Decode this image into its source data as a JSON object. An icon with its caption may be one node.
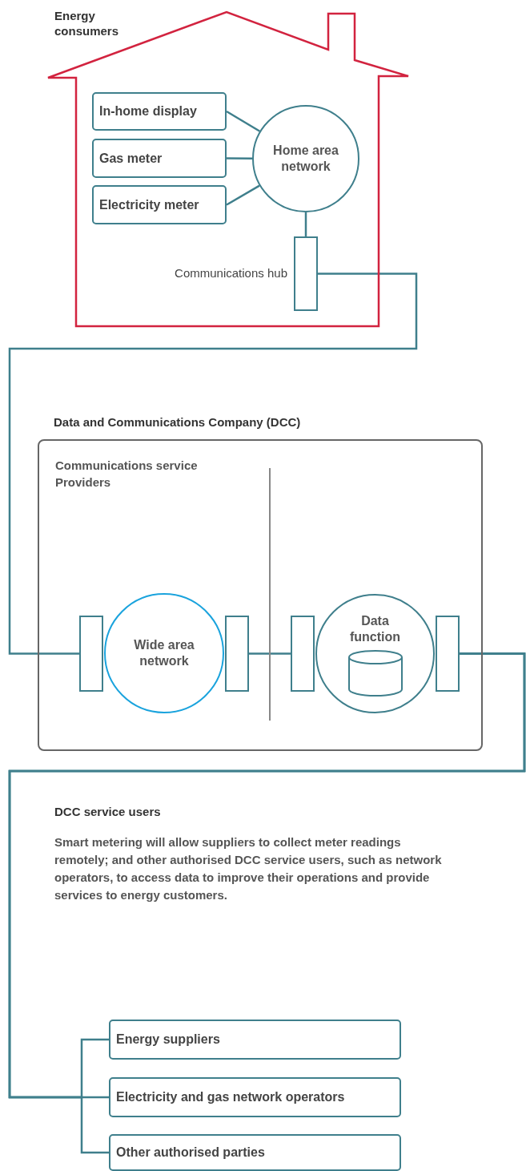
{
  "diagram": {
    "nodes": [
      {
        "text": [
          "Energy consumers"
        ]
      },
      {
        "text": [
          "In-home display"
        ],
        "in": 0
      },
      {
        "text": [
          "Gas meter"
        ],
        "in": 0
      },
      {
        "text": [
          "Electricity meter"
        ],
        "in": 0
      },
      {
        "text": [
          "Home area network"
        ],
        "in": 0
      },
      {
        "text": [],
        "shape": "box",
        "in": 0,
        "beside": [
          "Communications hub"
        ]
      },
      {
        "text": [
          "Data and Communications Company (DCC)",
          "Communications service Providers"
        ]
      },
      {
        "text": [],
        "shape": "box",
        "in": 6
      },
      {
        "text": [
          "Wide area network"
        ],
        "in": 6
      },
      {
        "text": [],
        "shape": "box",
        "in": 6
      },
      {
        "text": [],
        "shape": "box",
        "in": 6
      },
      {
        "text": [
          "Data function"
        ],
        "in": 6
      },
      {
        "text": [],
        "shape": "box",
        "in": 6
      },
      {
        "text": [
          "Energy suppliers"
        ]
      },
      {
        "text": [
          "Electricity and gas network operators"
        ]
      },
      {
        "text": [
          "Other authorised parties"
        ]
      }
    ],
    "edges": [
      {
        "from": 1,
        "to": 4,
        "arrow": "none"
      },
      {
        "from": 2,
        "to": 4,
        "arrow": "none"
      },
      {
        "from": 3,
        "to": 4,
        "arrow": "none"
      },
      {
        "from": 4,
        "to": 5,
        "arrow": "none"
      },
      {
        "from": 5,
        "to": 7,
        "arrow": "none"
      },
      {
        "from": 9,
        "to": 10,
        "arrow": "none"
      },
      {
        "from": 12,
        "to": 13,
        "arrow": "none"
      },
      {
        "from": 12,
        "to": 14,
        "arrow": "none"
      },
      {
        "from": 12,
        "to": 15,
        "arrow": "none"
      }
    ],
    "labels": [
      "DCC service users",
      "Smart metering will allow suppliers to collect meter readings remotely; and other authorised DCC service users, such as network operators, to access data to improve their operations and provide services to energy customers."
    ]
  }
}
